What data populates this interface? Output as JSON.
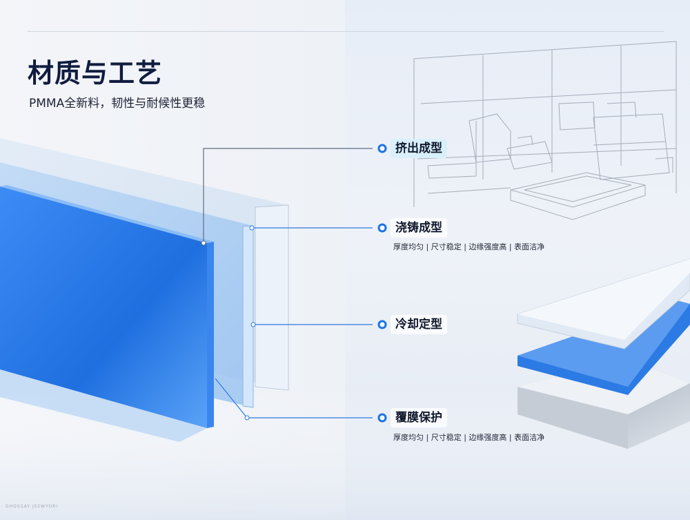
{
  "header": {
    "title": "材质与工艺",
    "subtitle": "PMMA全新料，韧性与耐候性更稳"
  },
  "steps": [
    {
      "label": "挤出成型",
      "desc": ""
    },
    {
      "label": "浇铸成型",
      "desc": "厚度均匀 | 尺寸稳定 | 边缘强度高 | 表面洁净"
    },
    {
      "label": "冷却定型",
      "desc": ""
    },
    {
      "label": "覆膜保护",
      "desc": "厚度均匀 | 尺寸稳定 | 边缘强度高 | 表面洁净"
    }
  ],
  "watermark": "GHOSSAY JEEWYORI",
  "colors": {
    "accent": "#1a73e8",
    "panel_blue": "#1f6fe0",
    "title": "#101c3f",
    "label_highlight": "#d9f0fb"
  }
}
